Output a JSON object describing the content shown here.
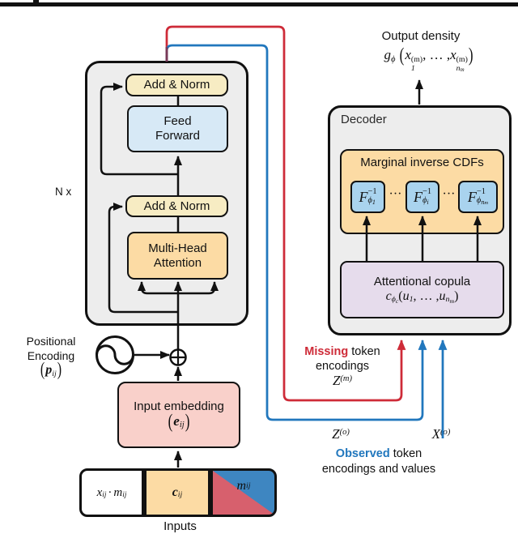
{
  "header": {
    "top_rule": ""
  },
  "encoder": {
    "n_x": "N x",
    "add_norm_1": "Add & Norm",
    "ff_line1": "Feed",
    "ff_line2": "Forward",
    "add_norm_2": "Add & Norm",
    "mha_line1": "Multi-Head",
    "mha_line2": "Attention"
  },
  "positional": {
    "line1": "Positional",
    "line2": "Encoding",
    "open": "(",
    "p": "p",
    "sub": "ij",
    "close": ")"
  },
  "embedding": {
    "label": "Input embedding",
    "open": "(",
    "e": "e",
    "sub": "ij",
    "close": ")"
  },
  "inputs": {
    "label": "Inputs",
    "cell1": {
      "x": "x",
      "xsub": "ij",
      "dot": "·",
      "m": "m",
      "msub": "ij"
    },
    "cell2": {
      "c": "c",
      "sub": "ij"
    },
    "cell3": {
      "m": "m",
      "sub": "ij"
    }
  },
  "decoder": {
    "title": "Decoder",
    "marginal_title": "Marginal inverse CDFs",
    "dots1": "···",
    "dots2": "···",
    "f_boxes": [
      {
        "base": "F",
        "sup": "−1",
        "phi": "ϕ",
        "idx": "1",
        "idx_sub": ""
      },
      {
        "base": "F",
        "sup": "−1",
        "phi": "ϕ",
        "idx": "i",
        "idx_sub": ""
      },
      {
        "base": "F",
        "sup": "−1",
        "phi": "ϕ",
        "idx": "n",
        "idx_sub": "m"
      }
    ],
    "copula_title": "Attentional copula",
    "copula": {
      "c": "c",
      "phi": "ϕ",
      "phisub": "c",
      "open": "(",
      "u1": "u",
      "u1sub": "1",
      "dots": ", … ,",
      "u2": "u",
      "u2sub": "n",
      "u2subsub": "m",
      "close": ")"
    }
  },
  "output": {
    "label": "Output density",
    "g": "g",
    "gsub": "ϕ",
    "open": "(",
    "x1": "x",
    "x1sup": "(m)",
    "x1sub": "1",
    "dots": ", … ,",
    "x2": "x",
    "x2sup": "(m)",
    "x2sub": "n",
    "x2subsub": "m",
    "close": ")"
  },
  "flows": {
    "missing_word": "Missing",
    "missing_rest": " token",
    "missing_line2": "encodings",
    "zm_base": "Z",
    "zm_sup": "(m)",
    "zo_base": "Z",
    "zo_sup": "(o)",
    "xo_base": "X",
    "xo_sup": "(o)",
    "observed_word": "Observed",
    "observed_rest": " token",
    "observed_line2": "encodings and values"
  },
  "colors": {
    "red_flow": "#ce2b38",
    "blue_flow": "#2177bd",
    "overlap_purple": "#7a3a58",
    "box_gray": "#ededed",
    "tan": "#f7ecc3",
    "light_blue": "#d7e9f6",
    "orange": "#fcdba4",
    "f_box_blue": "#a9d3ee",
    "lavender": "#e6dcec",
    "pink": "#f9d0ca",
    "diag_red": "#d7606d",
    "diag_blue": "#3e86c1"
  }
}
